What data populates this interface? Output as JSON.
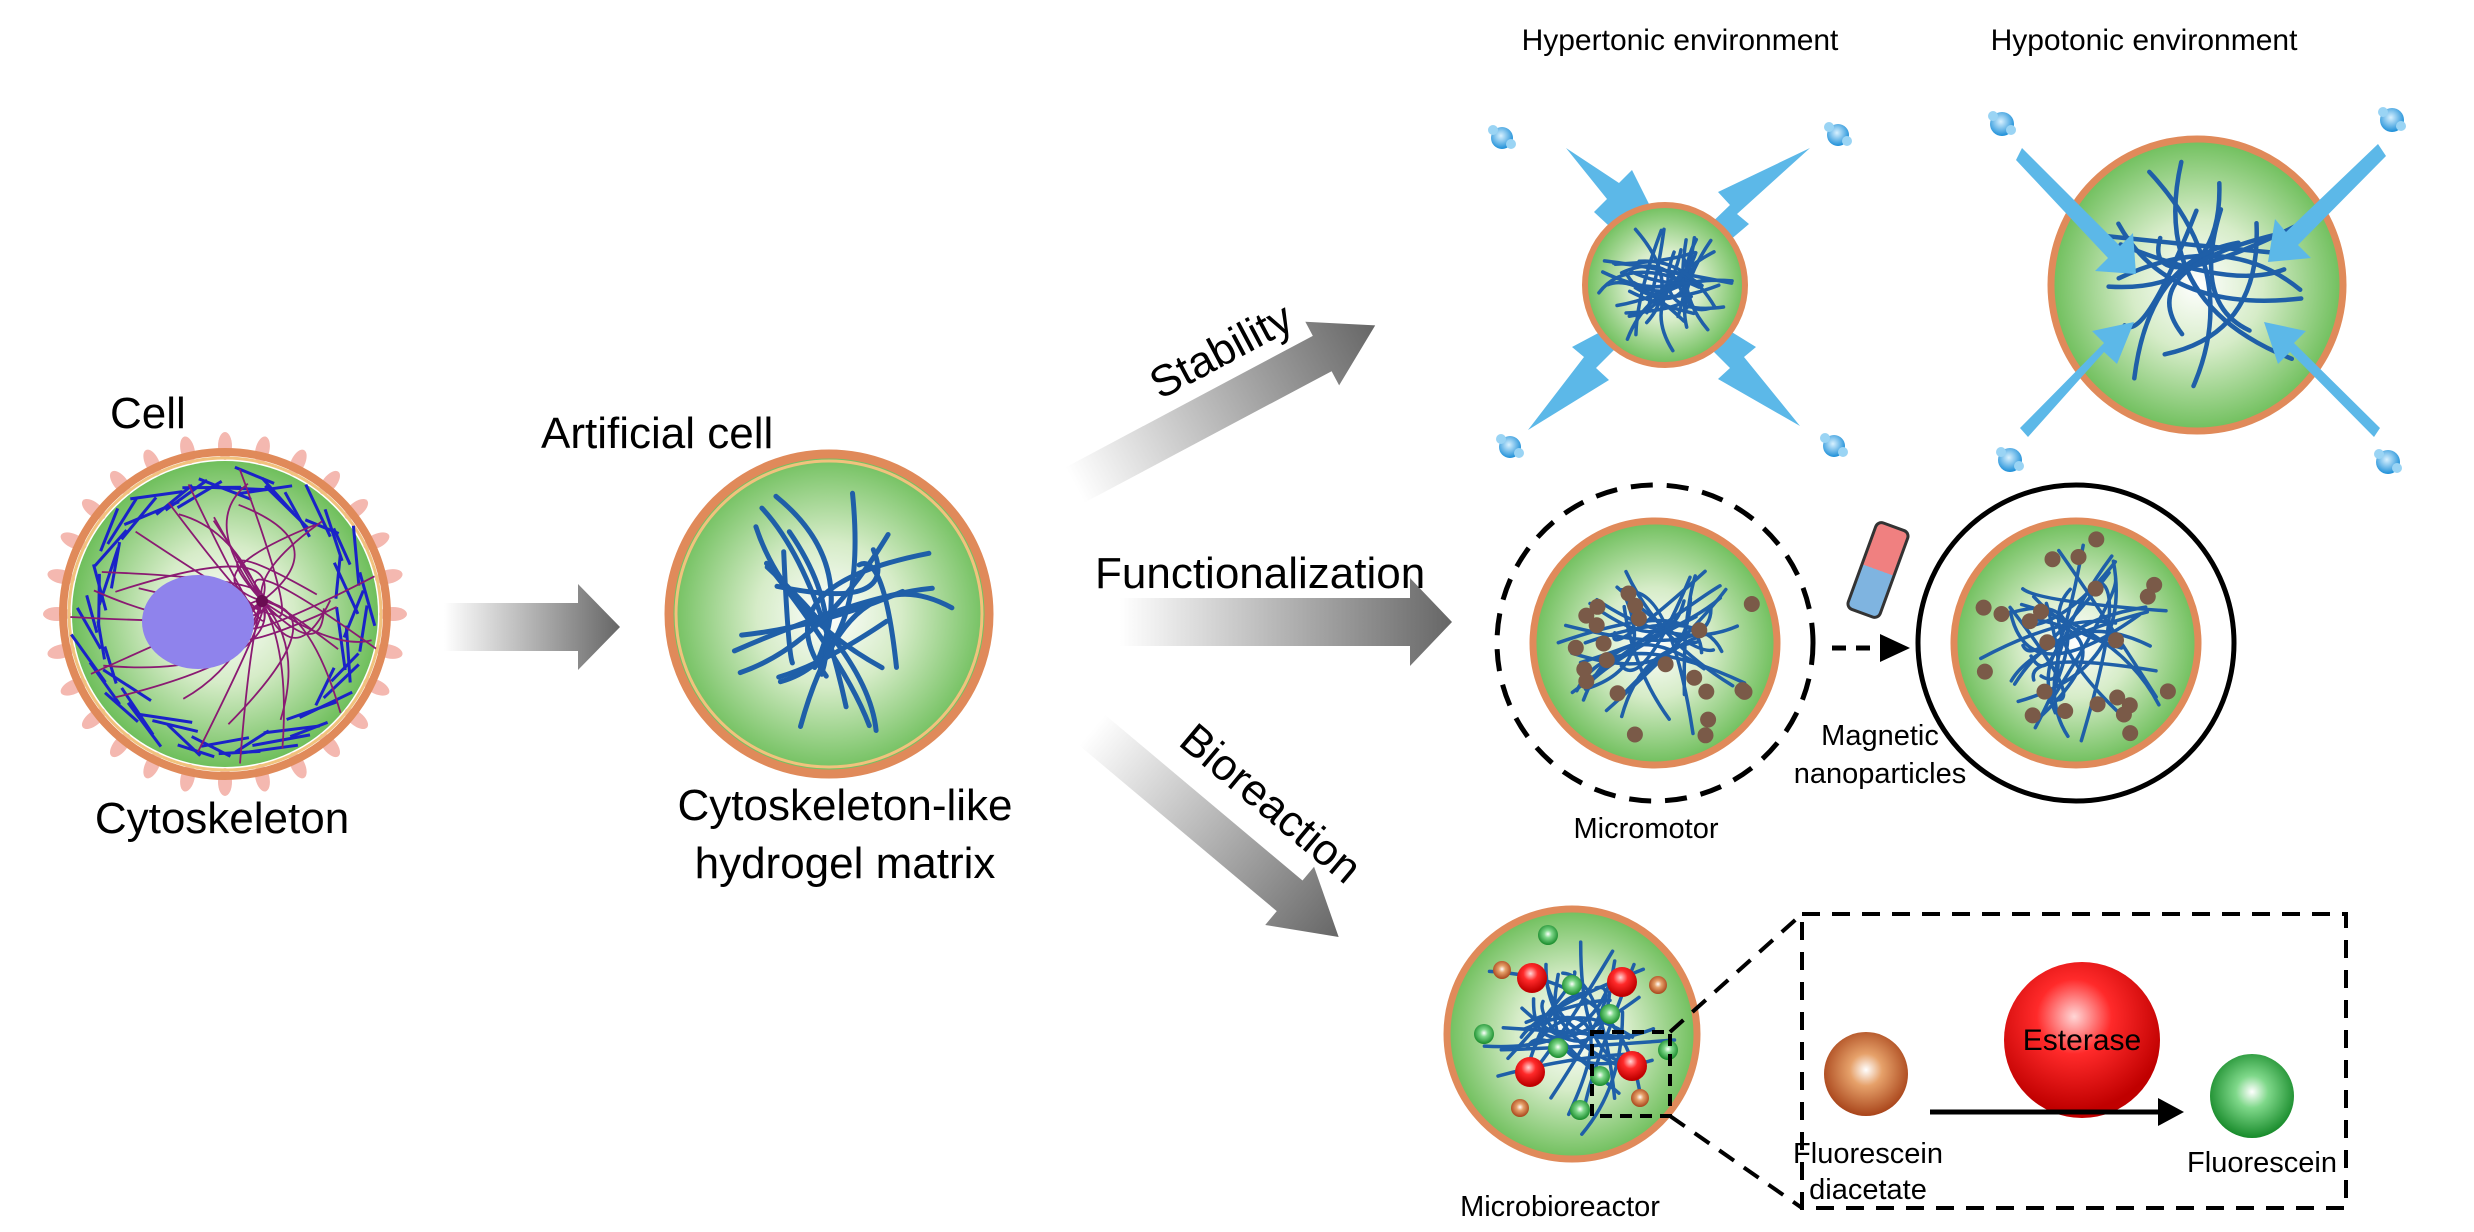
{
  "labels": {
    "cell": "Cell",
    "cytoskeleton": "Cytoskeleton",
    "artificial_cell": "Artificial cell",
    "hydrogel_line1": "Cytoskeleton-like",
    "hydrogel_line2": "hydrogel matrix",
    "stability": "Stability",
    "functionalization": "Functionalization",
    "bioreaction": "Bioreaction",
    "hypertonic": "Hypertonic environment",
    "hypotonic": "Hypotonic environment",
    "micromotor": "Micromotor",
    "magnetic_line1": "Magnetic",
    "magnetic_line2": "nanoparticles",
    "microbioreactor": "Microbioreactor",
    "esterase": "Esterase",
    "fluorescein_diacetate_line1": "Fluorescein",
    "fluorescein_diacetate_line2": "diacetate",
    "fluorescein": "Fluorescein"
  },
  "colors": {
    "membrane": "#e08a5a",
    "cytoplasm": "#8cc87a",
    "filament": "#1f5fa8",
    "nucleus": "#8f83ec",
    "arrow_gray": "#6e6e6e",
    "water_arrow": "#5cb8e8",
    "esterase_red": "#e61a1a",
    "fluorescein_green": "#2a9a3a",
    "diacetate_brown": "#b4521e"
  }
}
